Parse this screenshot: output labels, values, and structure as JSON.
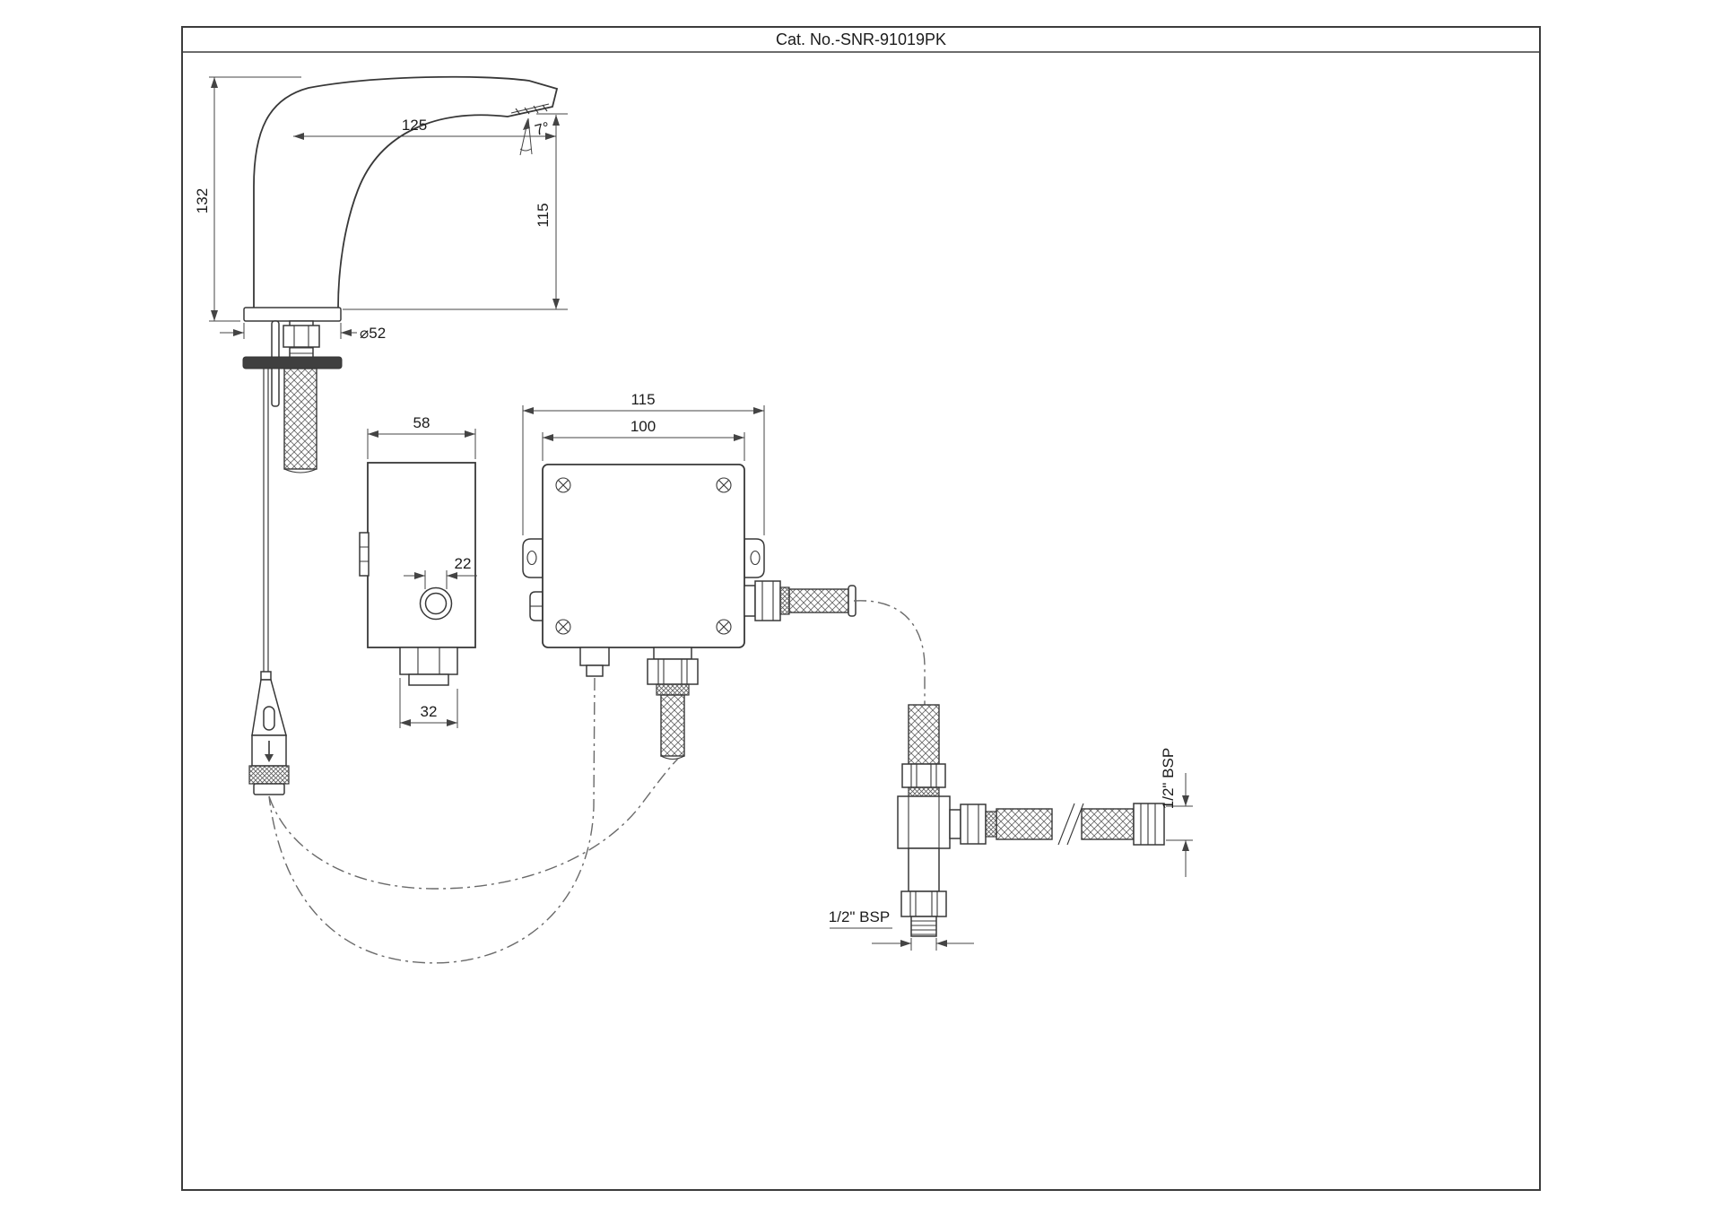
{
  "title_block": {
    "catalog_number": "Cat. No.-SNR-91019PK"
  },
  "faucet": {
    "height": "132",
    "spout_reach": "125",
    "spout_angle": "7°",
    "outlet_height": "115",
    "base_diameter": "⌀52"
  },
  "control_unit": {
    "width": "58",
    "button_diameter": "22",
    "connector_width": "32"
  },
  "valve_box": {
    "mounting_width": "115",
    "body_width": "100"
  },
  "tee": {
    "side_thread": "1/2\" BSP",
    "bottom_thread": "1/2\" BSP"
  }
}
